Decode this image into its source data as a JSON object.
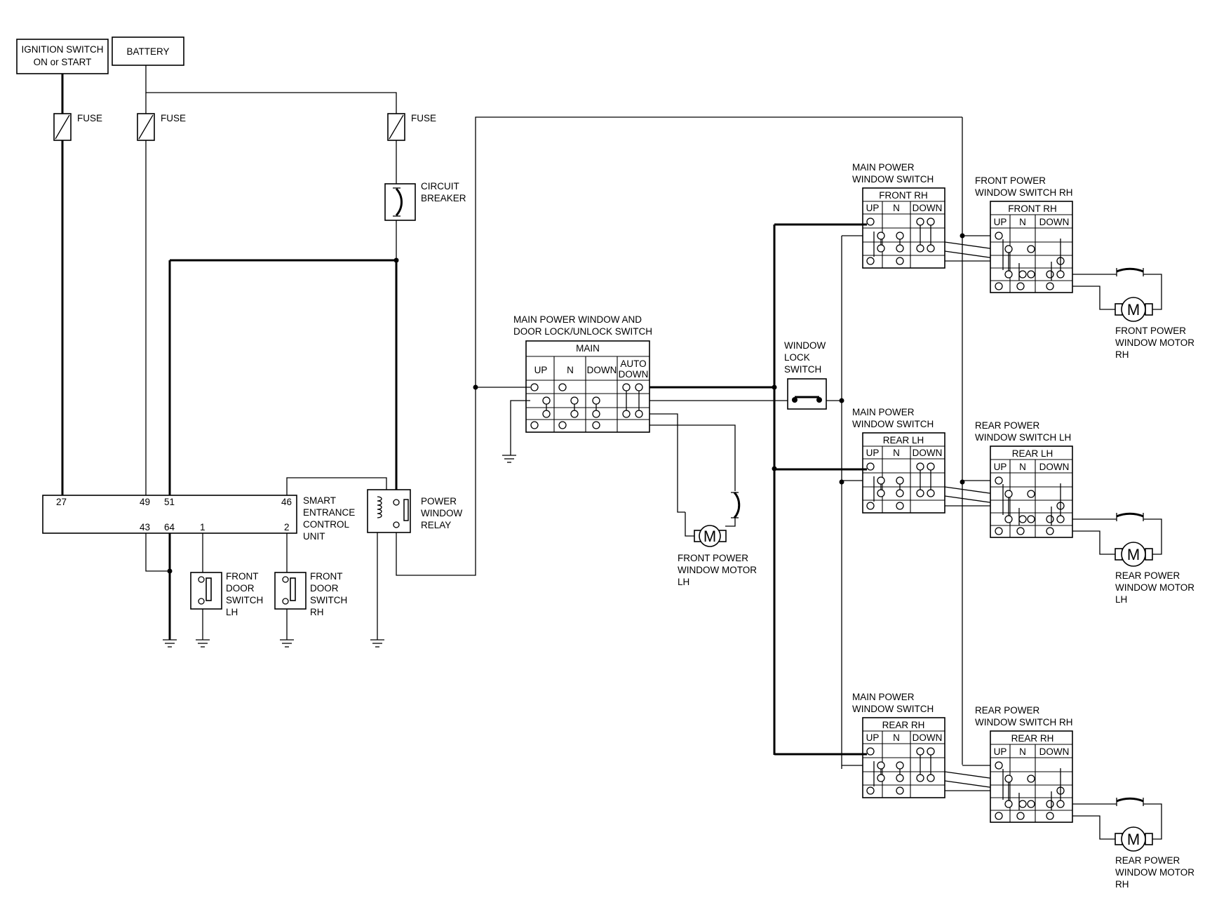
{
  "power_sources": {
    "ignition": [
      "IGNITION SWITCH",
      "ON or START"
    ],
    "battery": "BATTERY"
  },
  "fuse_label": "FUSE",
  "circuit_breaker": [
    "CIRCUIT",
    "BREAKER"
  ],
  "secu": {
    "label": [
      "SMART",
      "ENTRANCE",
      "CONTROL",
      "UNIT"
    ],
    "pins_top": [
      "27",
      "49",
      "51",
      "46"
    ],
    "pins_bottom": [
      "43",
      "64",
      "1",
      "2"
    ]
  },
  "relay": [
    "POWER",
    "WINDOW",
    "RELAY"
  ],
  "door_switch_lh": [
    "FRONT",
    "DOOR",
    "SWITCH",
    "LH"
  ],
  "door_switch_rh": [
    "FRONT",
    "DOOR",
    "SWITCH",
    "RH"
  ],
  "main_switch": {
    "title": [
      "MAIN POWER WINDOW AND",
      "DOOR LOCK/UNLOCK SWITCH"
    ],
    "header": "MAIN",
    "cols": [
      "UP",
      "N",
      "DOWN",
      "AUTO",
      "DOWN"
    ]
  },
  "front_motor_lh": [
    "FRONT POWER",
    "WINDOW MOTOR",
    "LH"
  ],
  "window_lock": [
    "WINDOW",
    "LOCK",
    "SWITCH"
  ],
  "motor_symbol": "M",
  "main_sub_switches": [
    {
      "title": [
        "MAIN POWER",
        "WINDOW SWITCH"
      ],
      "header": "FRONT RH",
      "cols": [
        "UP",
        "N",
        "DOWN"
      ]
    },
    {
      "title": [
        "MAIN POWER",
        "WINDOW SWITCH"
      ],
      "header": "REAR LH",
      "cols": [
        "UP",
        "N",
        "DOWN"
      ]
    },
    {
      "title": [
        "MAIN POWER",
        "WINDOW SWITCH"
      ],
      "header": "REAR RH",
      "cols": [
        "UP",
        "N",
        "DOWN"
      ]
    }
  ],
  "door_switches": [
    {
      "title": [
        "FRONT POWER",
        "WINDOW SWITCH RH"
      ],
      "header": "FRONT RH",
      "cols": [
        "UP",
        "N",
        "DOWN"
      ]
    },
    {
      "title": [
        "REAR POWER",
        "WINDOW SWITCH LH"
      ],
      "header": "REAR LH",
      "cols": [
        "UP",
        "N",
        "DOWN"
      ]
    },
    {
      "title": [
        "REAR POWER",
        "WINDOW SWITCH RH"
      ],
      "header": "REAR RH",
      "cols": [
        "UP",
        "N",
        "DOWN"
      ]
    }
  ],
  "motors": [
    [
      "FRONT POWER",
      "WINDOW MOTOR",
      "RH"
    ],
    [
      "REAR POWER",
      "WINDOW MOTOR",
      "LH"
    ],
    [
      "REAR POWER",
      "WINDOW MOTOR",
      "RH"
    ]
  ]
}
